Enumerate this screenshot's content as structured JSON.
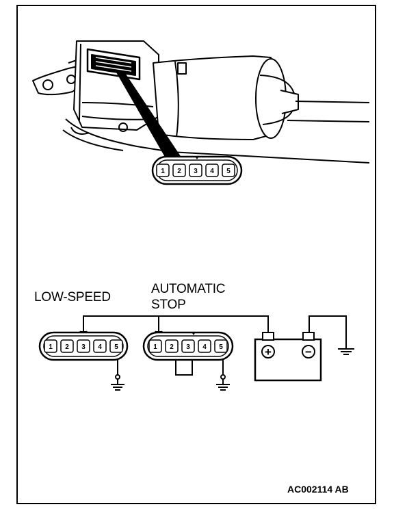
{
  "labels": {
    "low_speed": "LOW-SPEED",
    "automatic_line1": "AUTOMATIC",
    "automatic_line2": "STOP",
    "figure_id": "AC002114 AB"
  },
  "connector_pins": [
    "1",
    "2",
    "3",
    "4",
    "5"
  ],
  "battery": {
    "positive": "+",
    "negative": "−"
  }
}
